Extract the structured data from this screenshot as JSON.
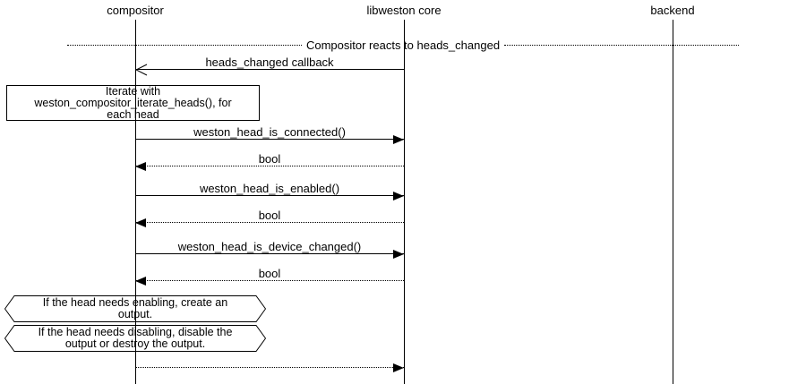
{
  "participants": [
    {
      "label": "compositor"
    },
    {
      "label": "libweston core"
    },
    {
      "label": "backend"
    }
  ],
  "divider": {
    "label": "Compositor reacts to heads_changed"
  },
  "messages": [
    {
      "label": "heads_changed callback"
    },
    {
      "label": "weston_head_is_connected()"
    },
    {
      "label": "bool"
    },
    {
      "label": "weston_head_is_enabled()"
    },
    {
      "label": "bool"
    },
    {
      "label": "weston_head_is_device_changed()"
    },
    {
      "label": "bool"
    },
    {
      "label": ""
    }
  ],
  "note": {
    "lines": [
      "Iterate with",
      "weston_compositor_iterate_heads(), for",
      "each head"
    ]
  },
  "conditions": [
    {
      "lines": [
        "If the head needs enabling, create an",
        "output."
      ]
    },
    {
      "lines": [
        "If the head needs disabling, disable the",
        "output or destroy the output."
      ]
    }
  ],
  "colors": {
    "line": "#000000",
    "background": "#ffffff",
    "text": "#000000"
  }
}
